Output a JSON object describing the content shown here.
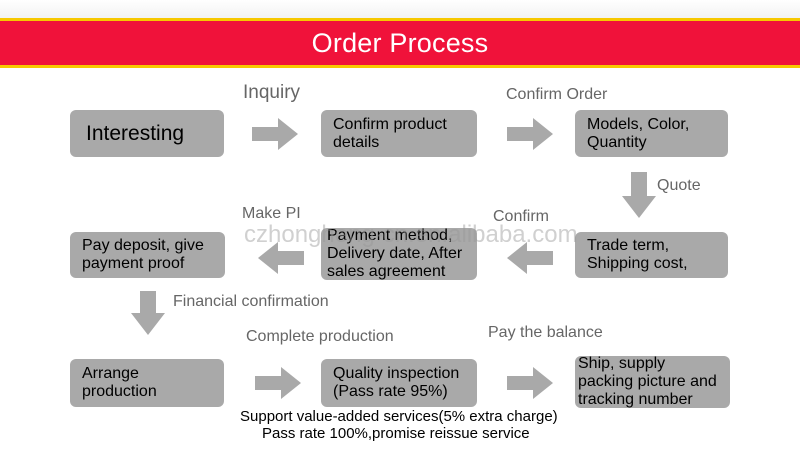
{
  "title": "Order Process",
  "steps": {
    "interesting": "Interesting",
    "confirm_product": "Confirm product\ndetails",
    "models": "Models, Color,\nQuantity",
    "trade_term": "Trade term,\nShipping cost,",
    "payment_method": "Payment method,\nDelivery date, After\nsales agreement",
    "pay_deposit": "Pay deposit, give\npayment proof",
    "arrange_production": "Arrange\nproduction",
    "quality_inspection": "Quality inspection\n(Pass rate 95%)",
    "ship": "Ship, supply\npacking picture and\ntracking number"
  },
  "labels": {
    "inquiry": "Inquiry",
    "confirm_order": "Confirm Order",
    "quote": "Quote",
    "confirm": "Confirm",
    "make_pi": "Make PI",
    "financial_confirmation": "Financial confirmation",
    "complete_production": "Complete production",
    "pay_balance": "Pay the balance"
  },
  "watermark": "czhongheng-cn.en.alibaba.com",
  "notes": {
    "line1": "Support value-added services(5% extra charge)",
    "line2": "Pass rate 100%,promise reissue service"
  },
  "colors": {
    "banner": "#f0123a",
    "banner_border": "#f7c800",
    "box": "#a9a9a9",
    "arrow": "#a9a9a9"
  }
}
